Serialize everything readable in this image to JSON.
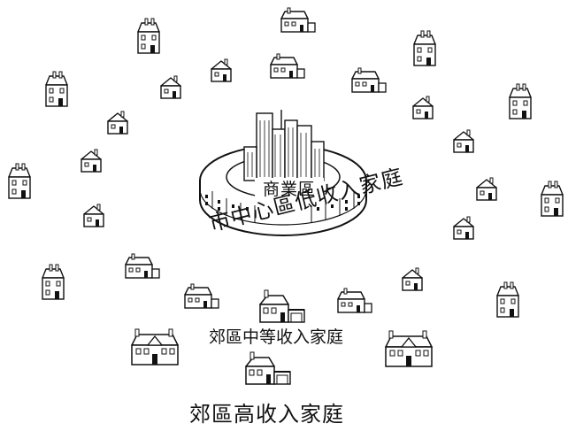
{
  "labels": {
    "cbd": "商業區",
    "inner_city": "市中心區低收入家庭",
    "middle_suburb": "郊區中等收入家庭",
    "outer_suburb": "郊區高收入家庭"
  },
  "colors": {
    "ink": "#111111",
    "paper": "#ffffff"
  },
  "icons": {
    "house": "house-icon",
    "central_building": "downtown-building-icon"
  }
}
